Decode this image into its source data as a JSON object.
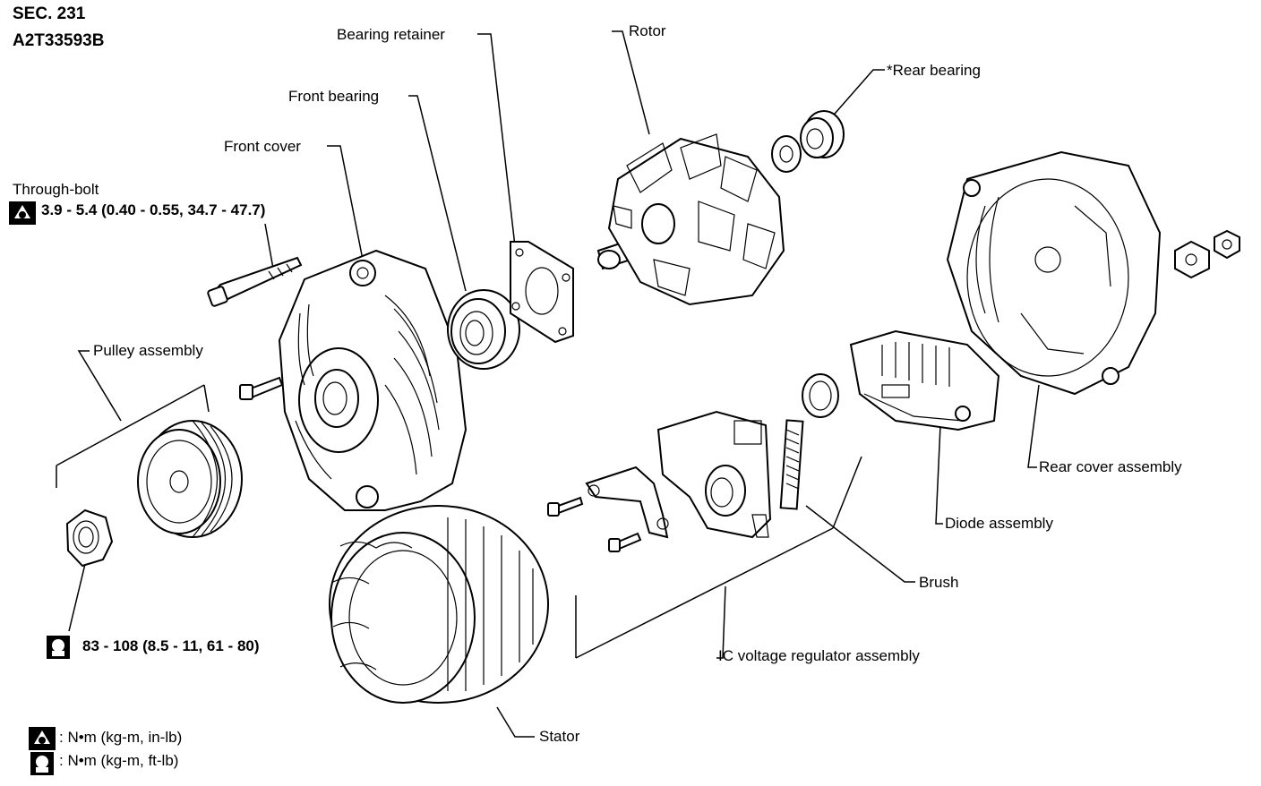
{
  "header": {
    "section": "SEC. 231",
    "code": "A2T33593B"
  },
  "labels": {
    "bearing_retainer": "Bearing retainer",
    "rotor": "Rotor",
    "rear_bearing": "*Rear bearing",
    "front_bearing": "Front bearing",
    "front_cover": "Front cover",
    "through_bolt": "Through-bolt",
    "pulley_assembly": "Pulley assembly",
    "rear_cover_assembly": "Rear cover assembly",
    "diode_assembly": "Diode assembly",
    "brush": "Brush",
    "ic_regulator": "IC voltage regulator assembly",
    "stator": "Stator"
  },
  "torque": {
    "through_bolt": "3.9 - 5.4 (0.40 - 0.55, 34.7 - 47.7)",
    "pulley_nut": "83 - 108 (8.5 - 11, 61 - 80)"
  },
  "legend": {
    "inlb": ": N•m (kg-m, in-lb)",
    "ftlb": ": N•m (kg-m, ft-lb)"
  },
  "icons": [
    "torque-in-lb-icon",
    "torque-ft-lb-icon"
  ]
}
